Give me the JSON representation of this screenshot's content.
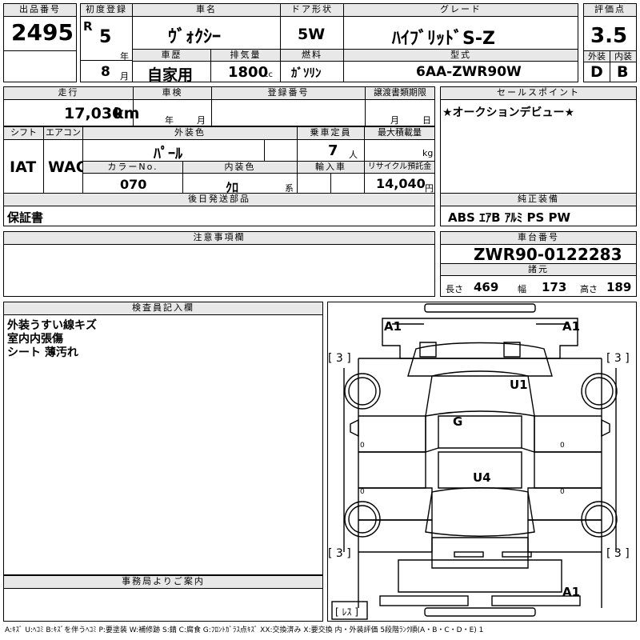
{
  "header": {
    "lot_label": "出品番号",
    "lot": "2495",
    "first_reg_label": "初度登録",
    "era": "R",
    "year": "5",
    "year_unit": "年",
    "month": "8",
    "month_unit": "月",
    "car_name_label": "車名",
    "car_name": "ｳﾞｫｸｼｰ",
    "history_label": "車歴",
    "history": "自家用",
    "displacement_label": "排気量",
    "displacement": "1800",
    "displacement_unit": "cc",
    "door_label": "ドア形状",
    "door": "5W",
    "fuel_label": "燃料",
    "fuel": "ｶﾞｿﾘﾝ",
    "grade_label": "グレード",
    "grade": "ﾊｲﾌﾞﾘｯﾄﾞS-Z",
    "model_label": "型式",
    "model": "6AA-ZWR90W",
    "score_label": "評価点",
    "score": "3.5",
    "ext_label": "外装",
    "ext": "D",
    "int_label": "内装",
    "int": "B"
  },
  "row2": {
    "mileage_label": "走行",
    "mileage": "17,030",
    "mileage_unit": "km",
    "inspection_label": "車検",
    "insp_year_unit": "年",
    "insp_month_unit": "月",
    "reg_no_label": "登録番号",
    "transfer_label": "譲渡書類期限",
    "transfer_month_unit": "月",
    "transfer_day_unit": "日",
    "sales_label": "セールスポイント",
    "sales": "★オークションデビュー★"
  },
  "row3": {
    "shift_label": "シフト",
    "shift": "IAT",
    "ac_label": "エアコン",
    "ac": "WAC",
    "ext_color_label": "外装色",
    "ext_color": "ﾊﾟｰﾙ",
    "capacity_label": "乗車定員",
    "capacity": "7",
    "capacity_unit": "人",
    "load_label": "最大積載量",
    "load_unit": "kg",
    "color_no_label": "カラーNo.",
    "color_no": "070",
    "int_color_label": "内装色",
    "int_color": "ｸﾛ",
    "int_color_unit": "系",
    "import_label": "輸入車",
    "recycle_label": "リサイクル預託金",
    "recycle": "14,040",
    "recycle_unit": "円"
  },
  "later": {
    "label": "後日発送部品",
    "value": "保証書"
  },
  "equipment": {
    "label": "純正装備",
    "value": "ABS ｴｱB ｱﾙﾐ PS PW"
  },
  "notes": {
    "label": "注意事項欄"
  },
  "chassis": {
    "label": "車台番号",
    "value": "ZWR90-0122283",
    "dims_label": "諸元",
    "length_label": "長さ",
    "length": "469",
    "width_label": "幅",
    "width": "173",
    "height_label": "高さ",
    "height": "189"
  },
  "inspector": {
    "label": "検査員記入欄",
    "lines": [
      "外装うすい線キズ",
      "室内内張傷",
      "シート 薄汚れ"
    ]
  },
  "office": {
    "label": "事務局よりご案内"
  },
  "diagram": {
    "marks": {
      "a1_left": "A1",
      "a1_right": "A1",
      "a1_bottom": "A1",
      "u1": "U1",
      "g": "G",
      "u4": "U4",
      "t_fl": "[ 3 ]",
      "t_fr": "[ 3 ]",
      "t_rl": "[ 3 ]",
      "t_rr": "[ 3 ]",
      "spare": "[ ﾚｽ ]"
    },
    "zero": "0"
  },
  "legend": "A:ｷｽﾞ U:ﾍｺﾐ B:ｷｽﾞを伴うﾍｺﾐ P:要塗装 W:補修跡 S:錆 C:腐食 G:ﾌﾛﾝﾄｶﾞﾗｽ点ｷｽﾞ XX:交換済み X:要交換 内・外装評価 5段階ﾗﾝｸ順(A・B・C・D・E) 1"
}
